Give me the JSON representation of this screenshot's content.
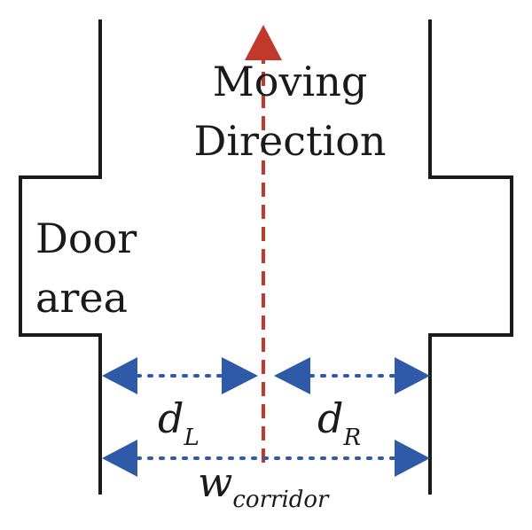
{
  "labels": {
    "moving_line1": "Moving",
    "moving_line2": "Direction",
    "door_line1": "Door",
    "door_line2": "area",
    "dL_main": "d",
    "dL_sub": "L",
    "dR_main": "d",
    "dR_sub": "R",
    "w_main": "w",
    "w_sub": "corridor"
  },
  "colors": {
    "wall": "#1a1a1a",
    "direction": "#c0392b",
    "measure": "#2e5aa8"
  }
}
